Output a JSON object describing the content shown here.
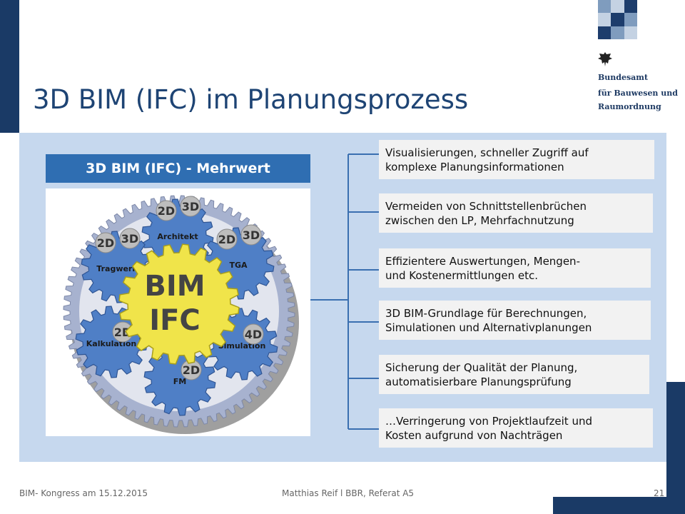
{
  "slide": {
    "title": "3D BIM (IFC) im Planungsprozess",
    "header": "3D BIM (IFC) - Mehrwert"
  },
  "organization": {
    "line1": "Bundesamt",
    "line2": "für Bauwesen und",
    "line3": "Raumordnung"
  },
  "diagram": {
    "center_line1": "BIM",
    "center_line2": "IFC",
    "gears": [
      {
        "name": "Architekt",
        "badges": [
          "2D",
          "3D"
        ]
      },
      {
        "name": "TGA",
        "badges": [
          "2D",
          "3D"
        ]
      },
      {
        "name": "Simulation",
        "badges": [
          "4D"
        ]
      },
      {
        "name": "FM",
        "badges": [
          "2D"
        ]
      },
      {
        "name": "Kalkulation",
        "badges": [
          "2D"
        ]
      },
      {
        "name": "Tragwerk",
        "badges": [
          "2D",
          "3D"
        ]
      }
    ]
  },
  "items": [
    {
      "line1": "Visualisierungen, schneller Zugriff auf",
      "line2": "komplexe Planungsinformationen"
    },
    {
      "line1": "Vermeiden von Schnittstellenbrüchen",
      "line2": "zwischen den LP, Mehrfachnutzung"
    },
    {
      "line1": "Effizientere Auswertungen, Mengen-",
      "line2": "und Kostenermittlungen etc."
    },
    {
      "line1": "3D BIM-Grundlage für Berechnungen,",
      "line2": "Simulationen und Alternativplanungen"
    },
    {
      "line1": "Sicherung der Qualität der Planung,",
      "line2": "automatisierbare Planungsprüfung"
    },
    {
      "line1": "…Verringerung von Projektlaufzeit und",
      "line2": "Kosten aufgrund von Nachträgen"
    }
  ],
  "footer": {
    "left": "BIM- Kongress am 15.12.2015",
    "center": "Matthias Reif  l  BBR, Referat A5",
    "page": "21"
  },
  "colors": {
    "navy": "#1a3a66",
    "title_blue": "#1e4474",
    "header_blue": "#2f6eb2",
    "panel_light_blue": "#c6d8ee",
    "item_background": "#f2f2f2",
    "center_gear_yellow": "#f0e44a",
    "outer_gear_blue": "#4f7fc6"
  },
  "icons": [
    "bbr-logo-icon",
    "federal-eagle-icon"
  ]
}
